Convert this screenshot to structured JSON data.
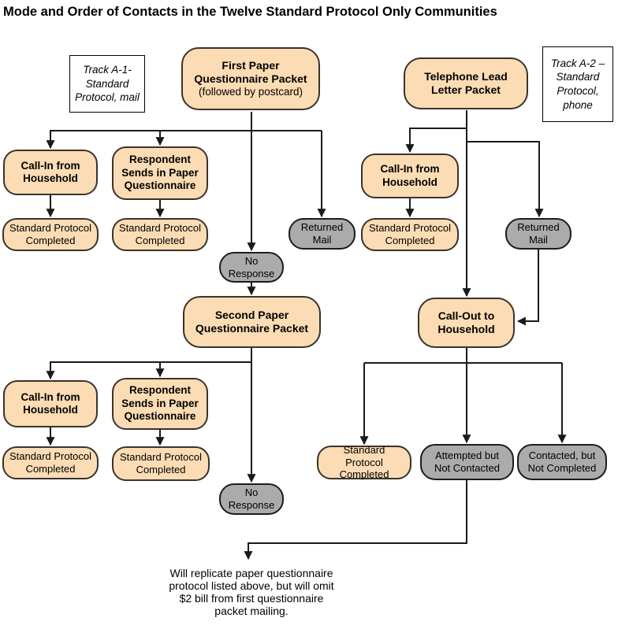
{
  "title": "Mode and Order of Contacts in the Twelve Standard Protocol Only Communities",
  "tracks": {
    "a1": "Track A-1- Standard Protocol, mail",
    "a2": "Track A-2 – Standard Protocol, phone"
  },
  "nodes": {
    "first_packet_title": "First Paper Questionnaire Packet",
    "first_packet_subtitle": "(followed by postcard)",
    "telephone_packet": "Telephone Lead Letter Packet",
    "call_in": "Call-In from Household",
    "respondent_sends": "Respondent Sends in Paper Questionnaire",
    "std_completed": "Standard Protocol Completed",
    "returned_mail": "Returned Mail",
    "no_response": "No Response",
    "second_packet": "Second Paper Questionnaire Packet",
    "call_out": "Call-Out to Household",
    "attempted": "Attempted but Not Contacted",
    "contacted": "Contacted, but Not Completed"
  },
  "annotation": "Will replicate paper questionnaire protocol listed above, but will omit $2 bill from first questionnaire packet mailing.",
  "colors": {
    "node_fill": "#fbdcb4",
    "node_border": "#3a332c",
    "gray_fill": "#ababab",
    "line": "#1a1a1a"
  }
}
